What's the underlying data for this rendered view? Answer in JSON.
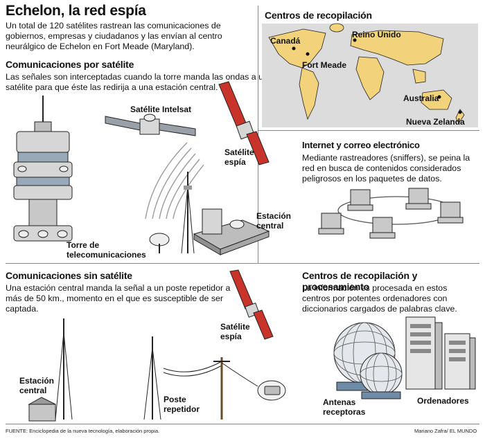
{
  "title": "Echelon, la red espía",
  "lede": "Un total de 120 satélites rastrean las comunicaciones de gobiernos, empresas y ciudadanos y las envían al centro neurálgico de Echelon en Fort Meade (Maryland).",
  "sat_section": {
    "heading": "Comunicaciones por satélite",
    "text": "Las señales son interceptadas cuando la torre manda las ondas a un satélite para que éste las redirija a una estación central.",
    "labels": {
      "intelsat": "Satélite Intelsat",
      "spy_sat": [
        "Satélite",
        "espía"
      ],
      "station": [
        "Estación",
        "central"
      ],
      "tower": [
        "Torre de",
        "telecomunicaciones"
      ]
    }
  },
  "map_section": {
    "heading": "Centros de recopilación",
    "places": [
      "Canadá",
      "Reino Unido",
      "Fort Meade",
      "Australia",
      "Nueva Zelanda"
    ]
  },
  "internet_section": {
    "heading": "Internet y correo electrónico",
    "text": "Mediante rastreadores (sniffers), se peina la red en busca de contenidos considerados peligrosos en los paquetes de datos."
  },
  "nosat_section": {
    "heading": "Comunicaciones sin satélite",
    "text": "Una estación central manda la señal a un poste repetidor a más de 50 km., momento en el que es susceptible de ser captada.",
    "labels": {
      "spy_sat": [
        "Satélite",
        "espía"
      ],
      "station": [
        "Estación",
        "central"
      ],
      "repeater": [
        "Poste",
        "repetidor"
      ]
    }
  },
  "processing_section": {
    "heading": "Centros de recopilación y procesamiento",
    "text": "La información es procesada en estos centros por potentes ordenadores con diccionarios cargados de palabras clave.",
    "labels": {
      "antennas": [
        "Antenas",
        "receptoras"
      ],
      "computers": "Ordenadores"
    }
  },
  "footer": {
    "source": "FUENTE: Enciclopedia de la nueva tecnología, elaboración propia.",
    "credit": "Mariano Zafra/ EL MUNDO"
  },
  "colors": {
    "map_ocean": "#dcdcdc",
    "map_land": "#f2d27a",
    "satellite_panel": "#c8342a",
    "rule": "#8a8a8a"
  }
}
